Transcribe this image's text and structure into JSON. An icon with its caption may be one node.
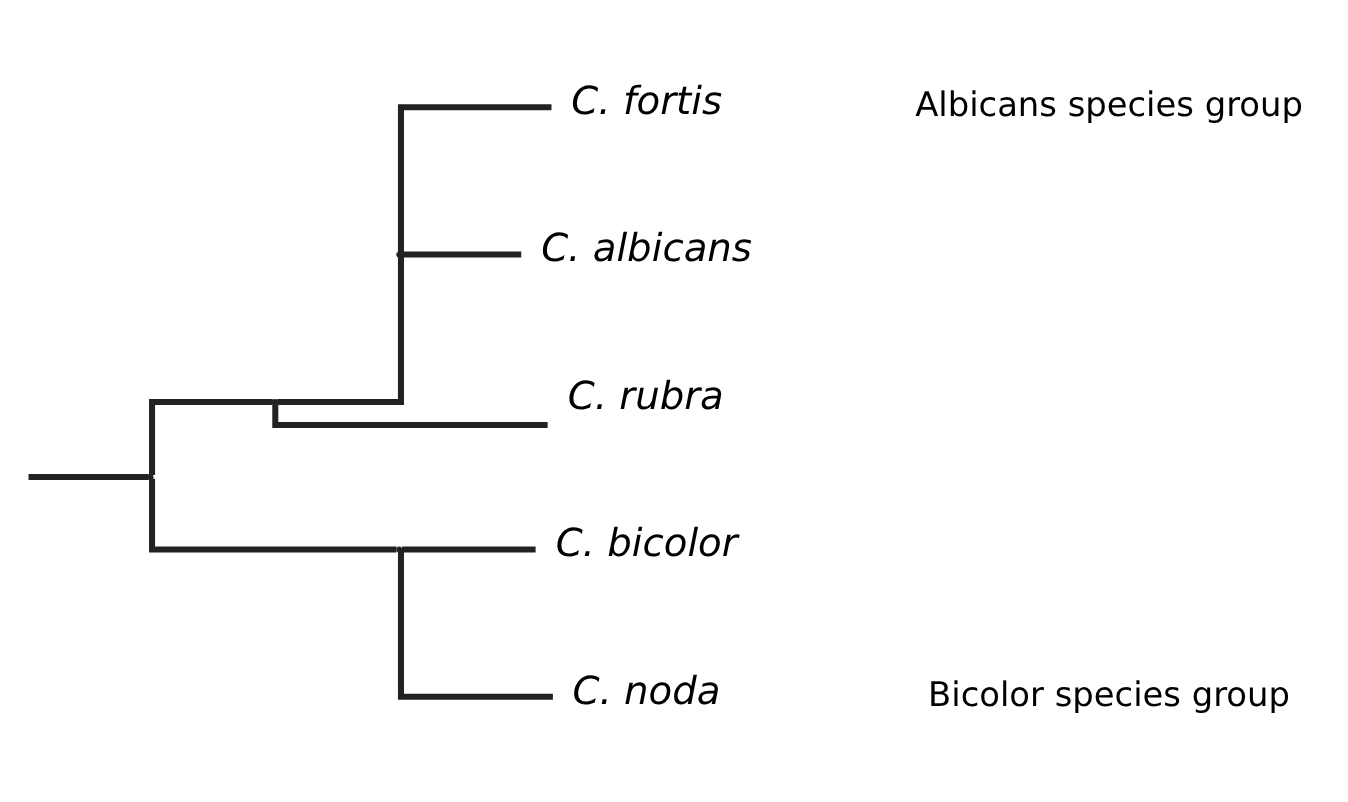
{
  "diagram": {
    "nodes": [
      {
        "text": [],
        "shape": "point"
      },
      {
        "text": [],
        "shape": "point"
      },
      {
        "text": [],
        "shape": "point"
      },
      {
        "text": [
          "C. fortis"
        ]
      },
      {
        "text": [
          "C. albicans"
        ]
      },
      {
        "text": [
          "C. rubra"
        ]
      },
      {
        "text": [],
        "shape": "point"
      },
      {
        "text": [
          "C. bicolor"
        ]
      },
      {
        "text": [
          "C. noda"
        ]
      }
    ],
    "edges": [
      {
        "from": null,
        "to": 0,
        "arrow": "none"
      },
      {
        "from": 0,
        "to": 1,
        "arrow": "none"
      },
      {
        "from": 1,
        "to": 2,
        "arrow": "none"
      },
      {
        "from": 2,
        "to": 3,
        "arrow": "none"
      },
      {
        "from": 2,
        "to": 4,
        "arrow": "none"
      },
      {
        "from": 1,
        "to": 5,
        "arrow": "none"
      },
      {
        "from": 0,
        "to": 6,
        "arrow": "none"
      },
      {
        "from": 6,
        "to": 7,
        "arrow": "none"
      },
      {
        "from": 6,
        "to": 8,
        "arrow": "none"
      }
    ],
    "labels": [
      "Albicans species group",
      "Bicolor species group"
    ]
  }
}
